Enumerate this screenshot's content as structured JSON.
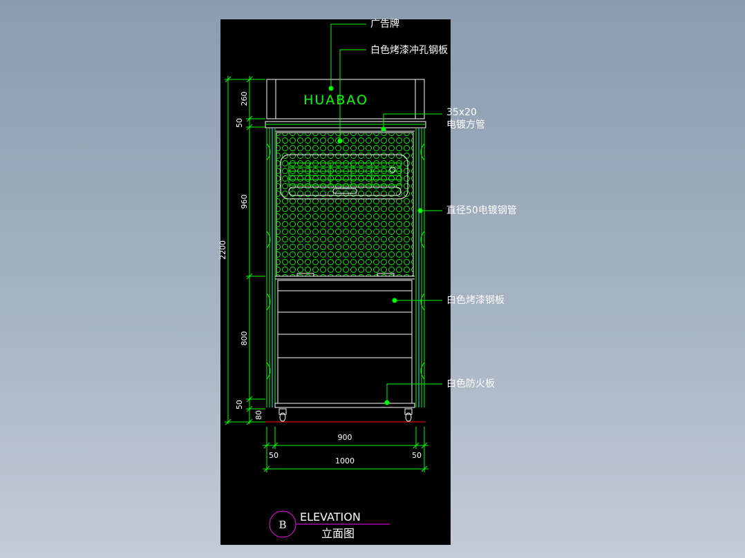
{
  "brand": "HUABAO",
  "callouts": {
    "sign": "广告牌",
    "perforated_panel": "白色烤漆冲孔钢板",
    "square_tube_size": "35x20",
    "square_tube_name": "电镀方管",
    "steel_pipe": "直径50电镀钢管",
    "painted_panel": "白色烤漆钢板",
    "fireproof_board": "白色防火板"
  },
  "dimensions": {
    "vertical": [
      "260",
      "50",
      "960",
      "800",
      "50",
      "80"
    ],
    "total_height": "2200",
    "inner_width": "900",
    "side_left": "50",
    "side_right": "50",
    "total_width": "1000"
  },
  "title_block": {
    "mark": "B",
    "title": "ELEVATION",
    "subtitle": "立面图"
  },
  "colors": {
    "background": "#000000",
    "main_lines": "#00ff00",
    "dimension_lines": "#00ff00",
    "text": "#ffffff",
    "tube_lines": "#00ffff",
    "floor_line": "#ff0000",
    "section_circle": "#ff00ff"
  }
}
